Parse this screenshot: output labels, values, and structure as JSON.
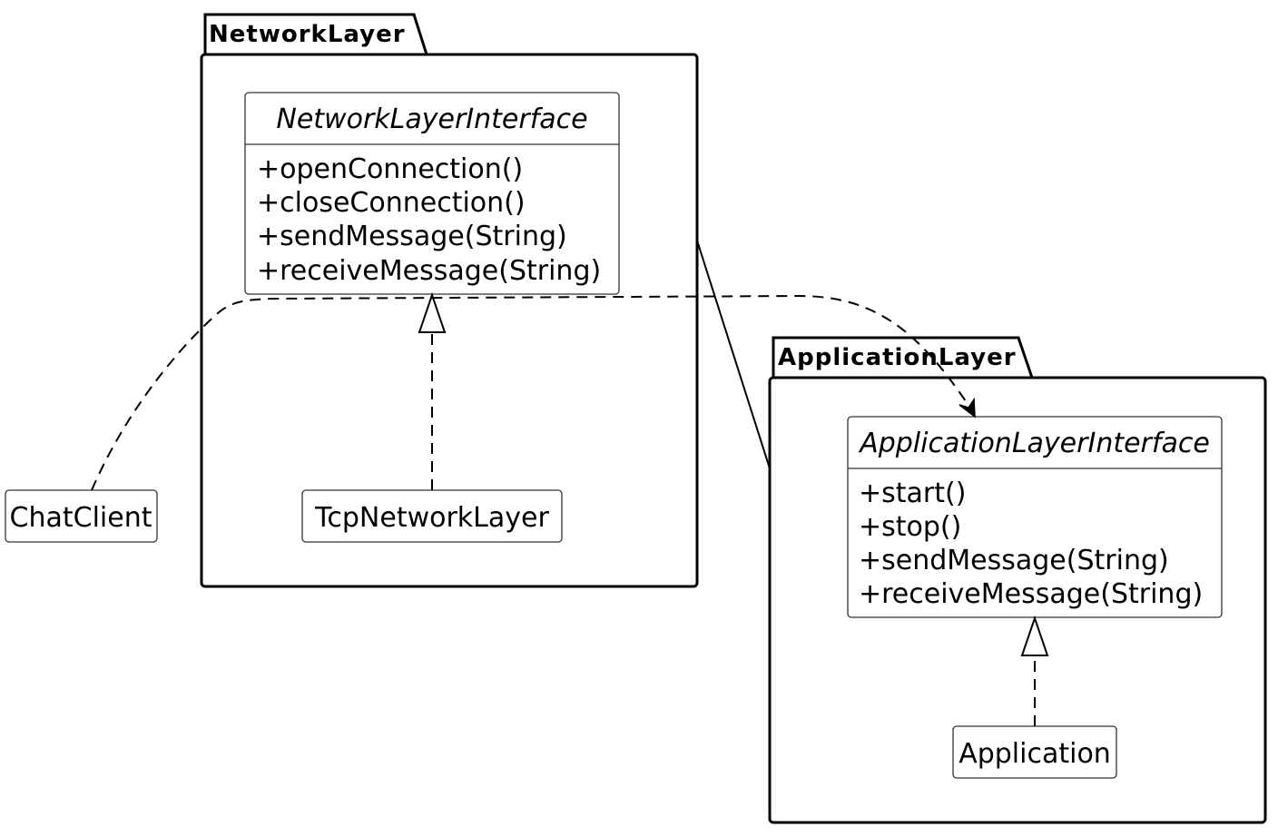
{
  "packages": {
    "network": {
      "title": "NetworkLayer"
    },
    "application": {
      "title": "ApplicationLayer"
    }
  },
  "interfaces": {
    "network": {
      "title": "NetworkLayerInterface",
      "members": [
        "+openConnection()",
        "+closeConnection()",
        "+sendMessage(String)",
        "+receiveMessage(String)"
      ]
    },
    "application": {
      "title": "ApplicationLayerInterface",
      "members": [
        "+start()",
        "+stop()",
        "+sendMessage(String)",
        "+receiveMessage(String)"
      ]
    }
  },
  "classes": {
    "tcp": {
      "name": "TcpNetworkLayer"
    },
    "app": {
      "name": "Application"
    },
    "chat": {
      "name": "ChatClient"
    }
  }
}
